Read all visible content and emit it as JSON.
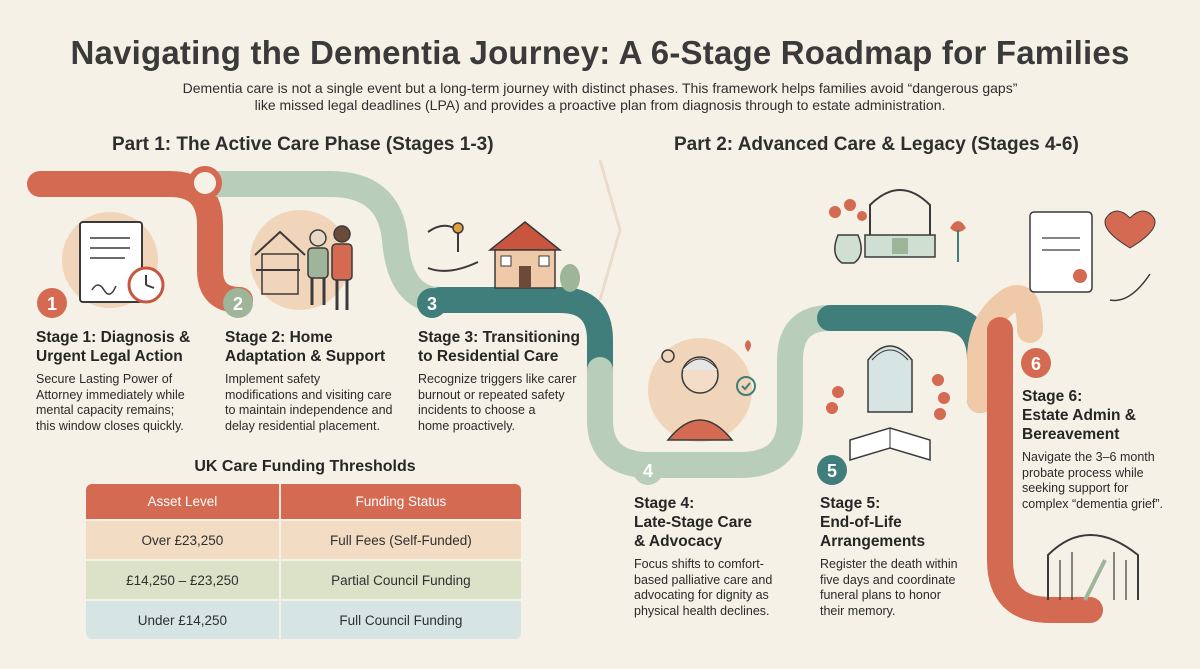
{
  "header": {
    "title": "Navigating the Dementia Journey: A 6-Stage Roadmap for Families",
    "intro_line1": "Dementia care is not a single event but a long-term journey with distinct phases. This framework helps families avoid “dangerous gaps”",
    "intro_line2": "like missed legal deadlines (LPA) and provides a proactive plan from diagnosis through to estate administration."
  },
  "parts": [
    {
      "label": "Part 1: The Active Care Phase (Stages 1-3)"
    },
    {
      "label": "Part 2: Advanced Care & Legacy (Stages 4-6)"
    }
  ],
  "stages": [
    {
      "number": "1",
      "title_l1": "Stage 1: Diagnosis &",
      "title_l2": "Urgent Legal Action",
      "title_l3": "",
      "desc": [
        "Secure Lasting Power of",
        "Attorney immediately while",
        "mental capacity remains;",
        "this window closes quickly."
      ],
      "color": "#d46a52"
    },
    {
      "number": "2",
      "title_l1": "Stage 2: Home",
      "title_l2": "Adaptation & Support",
      "title_l3": "",
      "desc": [
        "Implement safety",
        "modifications and visiting care",
        "to maintain independence and",
        "delay residential placement."
      ],
      "color": "#9fb59a"
    },
    {
      "number": "3",
      "title_l1": "Stage 3: Transitioning",
      "title_l2": "to Residential Care",
      "title_l3": "",
      "desc": [
        "Recognize triggers like carer",
        "burnout or repeated safety",
        "incidents to choose a",
        "home proactively."
      ],
      "color": "#3f7e7a"
    },
    {
      "number": "4",
      "title_l1": "Stage 4:",
      "title_l2": "Late-Stage Care",
      "title_l3": "& Advocacy",
      "desc": [
        "Focus shifts to comfort-",
        "based palliative care and",
        "advocating for dignity as",
        "physical health declines."
      ],
      "color": "#b9cdbb"
    },
    {
      "number": "5",
      "title_l1": "Stage 5:",
      "title_l2": "End-of-Life",
      "title_l3": "Arrangements",
      "desc": [
        "Register the death within",
        "five days and coordinate",
        "funeral plans to honor",
        "their memory."
      ],
      "color": "#3f7e7a"
    },
    {
      "number": "6",
      "title_l1": "Stage 6:",
      "title_l2": "Estate Admin &",
      "title_l3": "Bereavement",
      "desc": [
        "Navigate the 3–6 month",
        "probate process while",
        "seeking support for",
        "complex “dementia grief”."
      ],
      "color": "#d46a52"
    }
  ],
  "funding": {
    "title": "UK Care Funding Thresholds",
    "headers": [
      "Asset Level",
      "Funding Status"
    ],
    "rows": [
      [
        "Over £23,250",
        "Full Fees (Self-Funded)"
      ],
      [
        "£14,250 – £23,250",
        "Partial Council Funding"
      ],
      [
        "Under £14,250",
        "Full Council Funding"
      ]
    ]
  },
  "colors": {
    "terracotta": "#d46a52",
    "sage": "#b9cdbb",
    "teal": "#3f7e7a",
    "peach": "#f0c9a8",
    "background": "#f6f1e6"
  }
}
